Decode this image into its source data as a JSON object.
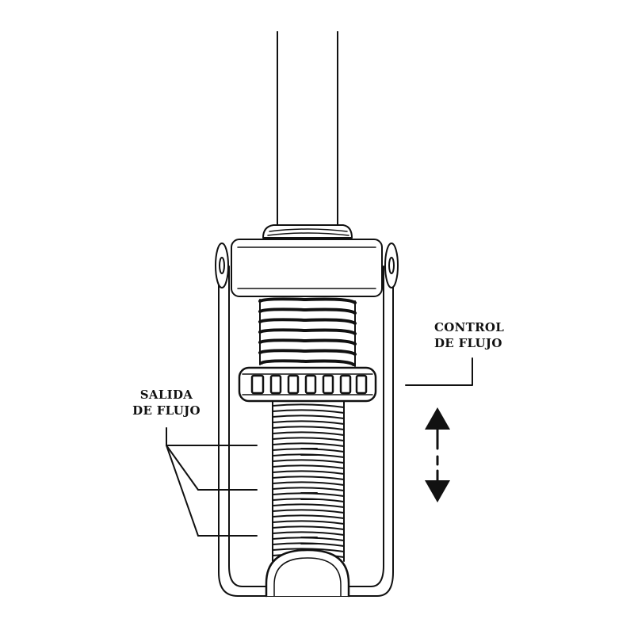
{
  "labels": {
    "control_line1": "CONTROL",
    "control_line2": "DE FLUJO",
    "salida_line1": "SALIDA",
    "salida_line2": "DE FLUJO"
  },
  "colors": {
    "stroke": "#111111",
    "background": "#ffffff",
    "shade": "#d9d9d9"
  }
}
